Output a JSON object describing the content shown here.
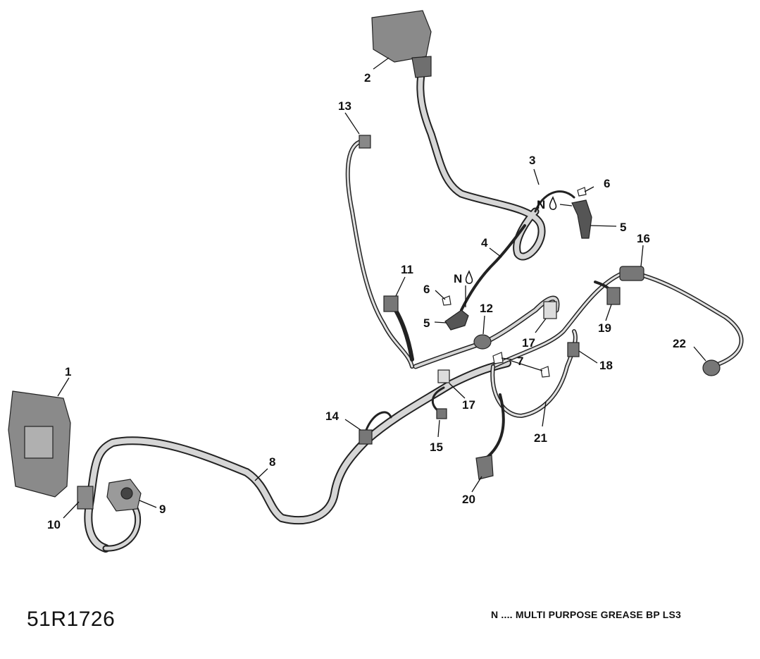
{
  "drawing_id": "51R1726",
  "legend": "N .... MULTI PURPOSE GREASE BP LS3",
  "grease_symbol_letter": "N",
  "callouts": [
    {
      "key": "c1",
      "label": "1"
    },
    {
      "key": "c2",
      "label": "2"
    },
    {
      "key": "c3",
      "label": "3"
    },
    {
      "key": "c4",
      "label": "4"
    },
    {
      "key": "c5a",
      "label": "5"
    },
    {
      "key": "c5b",
      "label": "5"
    },
    {
      "key": "c6a",
      "label": "6"
    },
    {
      "key": "c6b",
      "label": "6"
    },
    {
      "key": "c7",
      "label": "7"
    },
    {
      "key": "c8",
      "label": "8"
    },
    {
      "key": "c9",
      "label": "9"
    },
    {
      "key": "c10",
      "label": "10"
    },
    {
      "key": "c11",
      "label": "11"
    },
    {
      "key": "c12",
      "label": "12"
    },
    {
      "key": "c13",
      "label": "13"
    },
    {
      "key": "c14",
      "label": "14"
    },
    {
      "key": "c15",
      "label": "15"
    },
    {
      "key": "c16",
      "label": "16"
    },
    {
      "key": "c17a",
      "label": "17"
    },
    {
      "key": "c17b",
      "label": "17"
    },
    {
      "key": "c18",
      "label": "18"
    },
    {
      "key": "c19",
      "label": "19"
    },
    {
      "key": "c20",
      "label": "20"
    },
    {
      "key": "c21",
      "label": "21"
    },
    {
      "key": "c22",
      "label": "22"
    }
  ],
  "colors": {
    "line": "#111111",
    "harness_fill": "#c8c8c8",
    "part_fill": "#8a8a8a"
  }
}
